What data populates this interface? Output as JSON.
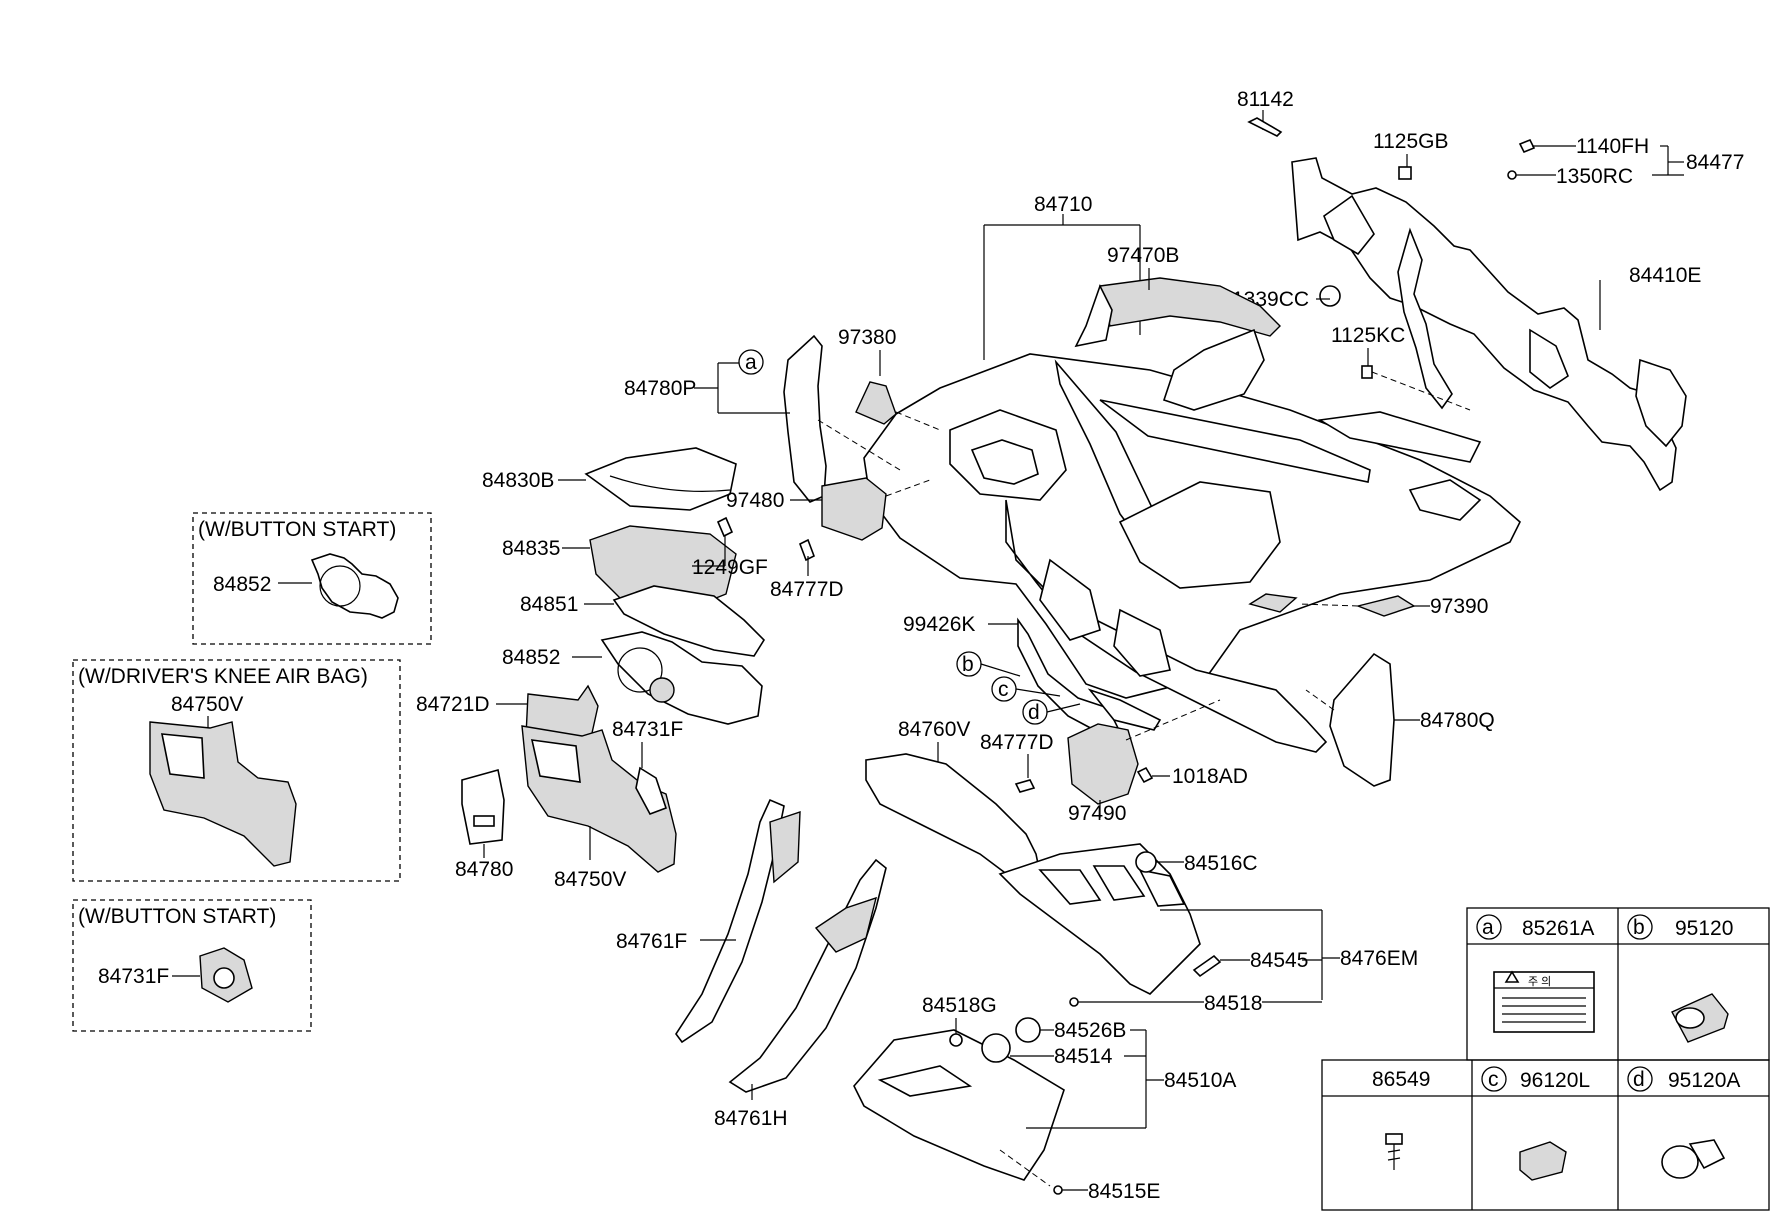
{
  "labels": {
    "p81142": "81142",
    "p1125GB": "1125GB",
    "p1140FH": "1140FH",
    "p84477": "84477",
    "p1350RC": "1350RC",
    "p84710": "84710",
    "p97470B": "97470B",
    "p1339CC": "1339CC",
    "p84410E": "84410E",
    "p1125KC": "1125KC",
    "p97380": "97380",
    "p84780P": "84780P",
    "p84830B": "84830B",
    "p97480": "97480",
    "p84835": "84835",
    "p1249GF": "1249GF",
    "p84777D_top": "84777D",
    "p84851": "84851",
    "p84852_main": "84852",
    "p99426K": "99426K",
    "p97390": "97390",
    "p84721D": "84721D",
    "p84731F_main": "84731F",
    "p84760V": "84760V",
    "p84777D_bottom": "84777D",
    "p1018AD": "1018AD",
    "p84780Q": "84780Q",
    "p97490": "97490",
    "p84780": "84780",
    "p84750V_main": "84750V",
    "p84516C": "84516C",
    "p84761F": "84761F",
    "p84545": "84545",
    "p8476EM": "8476EM",
    "p84518": "84518",
    "p84518G": "84518G",
    "p84526B": "84526B",
    "p84514": "84514",
    "p84510A": "84510A",
    "p84761H": "84761H",
    "p84515E": "84515E",
    "p84852_opt": "84852",
    "p84750V_opt": "84750V",
    "p84731F_opt": "84731F"
  },
  "option_boxes": {
    "button_start_1": "(W/BUTTON START)",
    "knee_airbag": "(W/DRIVER'S KNEE AIR BAG)",
    "button_start_2": "(W/BUTTON START)"
  },
  "callouts": {
    "a": "a",
    "b": "b",
    "c": "c",
    "d": "d"
  },
  "legend": {
    "cells": [
      {
        "letter": "a",
        "part": "85261A"
      },
      {
        "letter": "b",
        "part": "95120"
      },
      {
        "letter": "",
        "part": "86549"
      },
      {
        "letter": "c",
        "part": "96120L"
      },
      {
        "letter": "d",
        "part": "95120A"
      }
    ],
    "label_text": "주 의"
  }
}
